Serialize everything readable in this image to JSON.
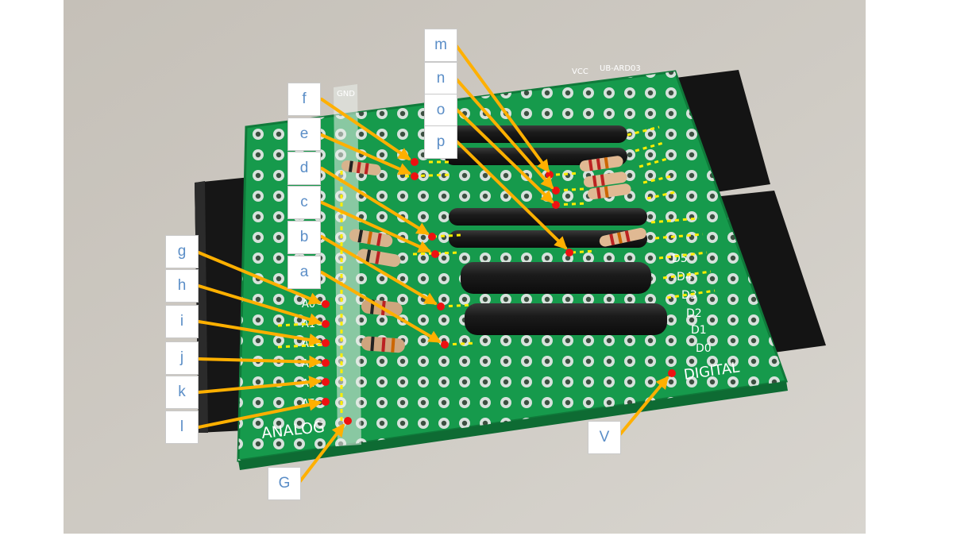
{
  "board": {
    "analog_text": "ANALOG",
    "digital_text": "DIGITAL",
    "pin_labels": [
      "A0",
      "A1",
      "A2",
      "A3",
      "A4",
      "A5"
    ],
    "digital_pins": [
      "D5",
      "D4",
      "D3",
      "D2",
      "D1",
      "D0"
    ],
    "top_silk": [
      "GND",
      "VCC",
      "UB-ARD03"
    ]
  },
  "labels": {
    "m": "m",
    "n": "n",
    "o": "o",
    "p": "p",
    "f": "f",
    "e": "e",
    "d": "d",
    "c": "c",
    "b": "b",
    "a": "a",
    "g": "g",
    "h": "h",
    "i": "i",
    "j": "j",
    "k": "k",
    "l": "l",
    "G": "G",
    "V": "V"
  },
  "colors": {
    "pcb": "#169a4c",
    "arrow": "#ffb000",
    "dot": "#ee1111",
    "dotted": "#ffee00",
    "label_text": "#5b8ec7"
  }
}
